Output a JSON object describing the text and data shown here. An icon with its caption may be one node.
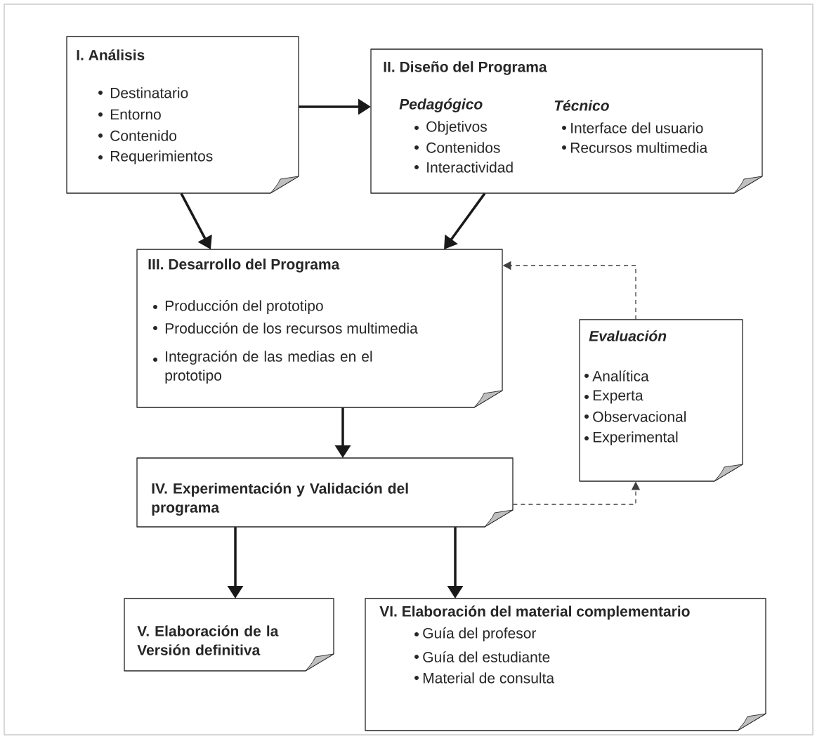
{
  "diagram": {
    "nodes": [
      {
        "text": [
          "I. Análisis",
          "Destinatario",
          "Entorno",
          "Contenido",
          "Requerimientos"
        ]
      },
      {
        "text": [
          "II. Diseño del Programa",
          "Pedagógico",
          "Objetivos",
          "Contenidos",
          "Interactividad",
          "Técnico",
          "Interface del usuario",
          "Recursos multimedia"
        ]
      },
      {
        "text": [
          "III. Desarrollo del Programa",
          "Producción del prototipo",
          "Producción de los recursos multimedia",
          "Integración de las medias en el prototipo"
        ]
      },
      {
        "text": [
          "Evaluación",
          "Analítica",
          "Experta",
          "Observacional",
          "Experimental"
        ]
      },
      {
        "text": [
          "IV. Experimentación y Validación del programa"
        ]
      },
      {
        "text": [
          "V. Elaboración de la Versión definitiva"
        ]
      },
      {
        "text": [
          "VI. Elaboración del material complementario",
          "Guía del profesor",
          "Guía del estudiante",
          "Material de consulta"
        ]
      }
    ],
    "edges": [
      {
        "from": 0,
        "to": 1,
        "arrow": "to"
      },
      {
        "from": 0,
        "to": 2,
        "arrow": "to"
      },
      {
        "from": 1,
        "to": 2,
        "arrow": "to"
      },
      {
        "from": 2,
        "to": 4,
        "arrow": "to"
      },
      {
        "from": 4,
        "to": 3,
        "arrow": "to",
        "style": "dashed"
      },
      {
        "from": 3,
        "to": 2,
        "arrow": "to",
        "style": "dashed"
      },
      {
        "from": 4,
        "to": 5,
        "arrow": "to"
      },
      {
        "from": 4,
        "to": 6,
        "arrow": "to"
      }
    ]
  }
}
